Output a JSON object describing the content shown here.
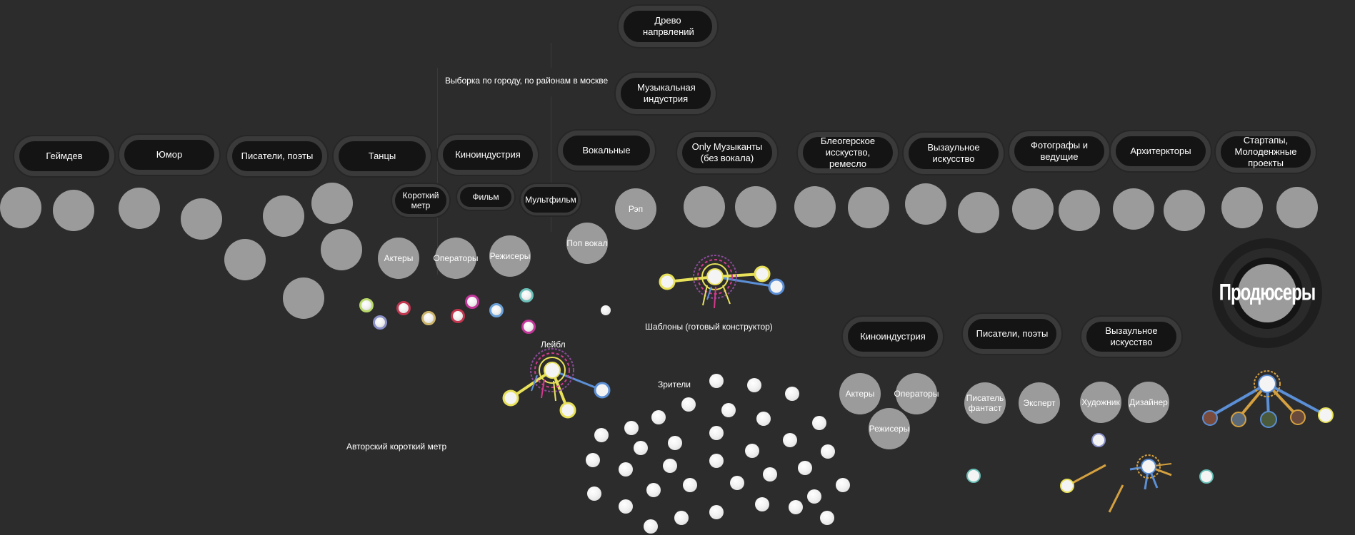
{
  "title": "Древо напрвлений",
  "music_industry": "Музыкальная индустрия",
  "city_note": "Выборка по городу, по районам  в москве",
  "categories": {
    "gamedev": "Геймдев",
    "humor": "Юмор",
    "writers": "Писатели, поэты",
    "dance": "Танцы",
    "film_industry": "Киноиндустрия",
    "vocal": "Вокальные",
    "only_musicians": "Only Музыканты (без вокала)",
    "blogger": "Блеогерское исскуство, ремесло",
    "visual_art": "Вызаульное искусство",
    "photographers": "Фотографы и ведущие",
    "architects": "Архитеркторы",
    "startups": "Стартапы, Молоденжные проекты"
  },
  "film_sub": {
    "short": "Короткий метр",
    "film": "Фильм",
    "cartoon": "Мультфильм"
  },
  "film_roles": {
    "actors": "Актеры",
    "operators": "Операторы",
    "directors": "Режисеры"
  },
  "vocal_sub": {
    "rap": "Рэп",
    "pop": "Поп вокал"
  },
  "label_text": "Лейбл",
  "author_short": "Авторский короткий метр",
  "templates": "Шаблоны (готовый конструктор)",
  "viewers": "Зрители",
  "bottom_groups": {
    "film_industry": "Киноиндустрия",
    "writers": "Писатели, поэты",
    "visual_art": "Вызаульное искусство"
  },
  "bottom_film_roles": {
    "actors": "Актеры",
    "operators": "Операторы",
    "directors": "Режисеры"
  },
  "bottom_writer_roles": {
    "writer_fantasy": "Писатель фантаст",
    "expert": "Эксперт"
  },
  "bottom_art_roles": {
    "artist": "Художник",
    "designer": "Дизайнер"
  },
  "producers": "Продюсеры",
  "colors": {
    "background": "#2c2c2c",
    "pill": "#141414",
    "circle": "#9b9b9b",
    "yellow": "#e8e15a",
    "blue": "#5b8fd6",
    "orange": "#d4a040",
    "pink": "#d23a8e"
  }
}
